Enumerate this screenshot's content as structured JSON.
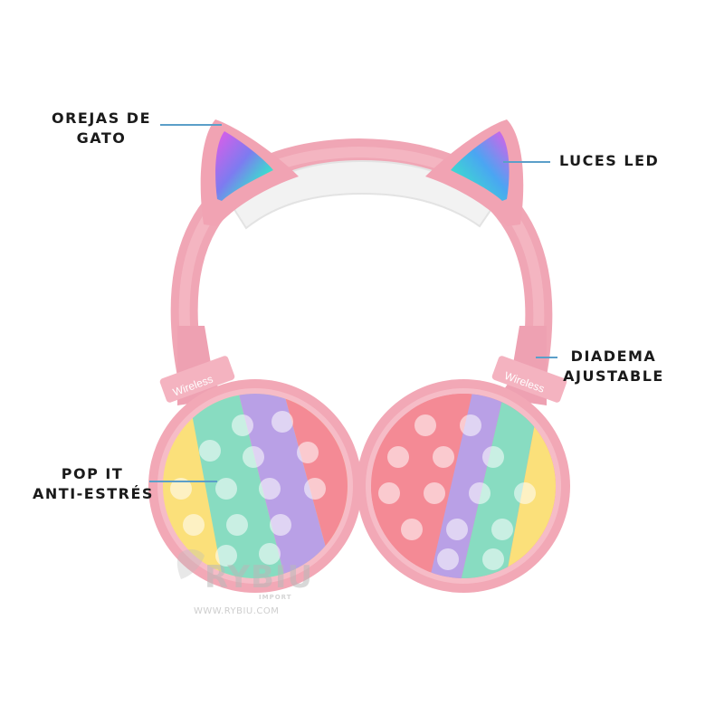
{
  "callouts": {
    "cat_ears": {
      "line1": "OREJAS DE",
      "line2": "GATO"
    },
    "led_lights": {
      "line1": "LUCES LED"
    },
    "headband": {
      "line1": "DIADEMA",
      "line2": "AJUSTABLE"
    },
    "pop_it": {
      "line1": "POP IT",
      "line2": "ANTI-ESTRÉS"
    }
  },
  "product": {
    "left_slider_text": "Wireless",
    "right_slider_text": "Wireless"
  },
  "watermark": {
    "brand": "RYBIU",
    "sub": "IMPORT",
    "url": "WWW.RYBIU.COM"
  },
  "colors": {
    "leader": "#5b9fc9",
    "headband_pink": "#f2a7b5",
    "inner_white": "#f3f3f3",
    "pop_pink": "#f48a95",
    "pop_purple": "#b9a0e6",
    "pop_mint": "#88dcc1",
    "pop_yellow": "#fbe07a"
  }
}
